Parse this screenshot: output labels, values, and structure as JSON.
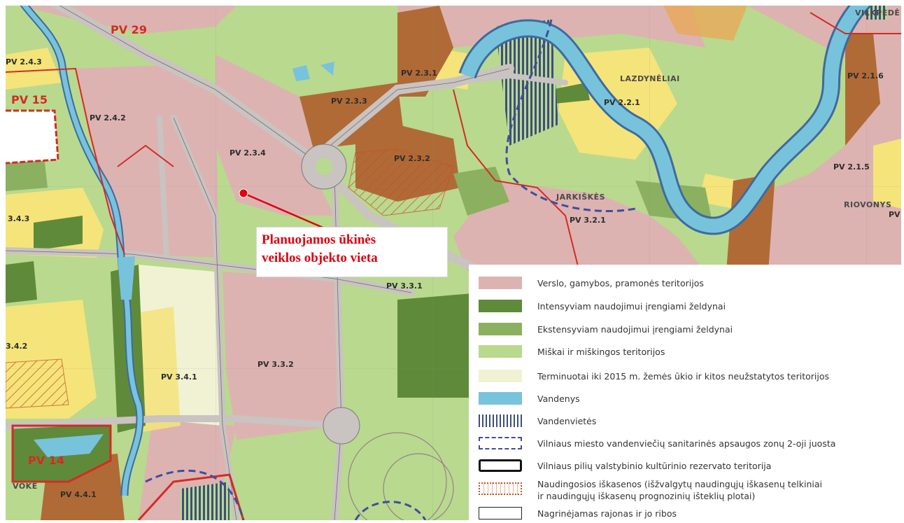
{
  "colors": {
    "verslo": "#dcb3b1",
    "intensyviam": "#5f8a3a",
    "ekstensyviam": "#8bb060",
    "miskai": "#b9d98e",
    "terminuotai": "#f1f2d4",
    "vandenys": "#78c3dc",
    "residential_yellow": "#f5e47a",
    "quarry_brown": "#b06a36",
    "road_grey": "#c9c3c1",
    "boundary_red": "#d62a23",
    "sanitary_blue": "#3e4e9e"
  },
  "district_labels": [
    "PV 29",
    "PV 15",
    "PV 14"
  ],
  "zone_labels": [
    "PV 2.4.3",
    "PV 2.4.2",
    "PV 2.3.4",
    "PV 2.3.3",
    "PV 2.3.1",
    "PV 2.3.2",
    "PV 2.2.1",
    "PV 2.1.6",
    "PV 2.1.5",
    "PV 3.2.1",
    "PV 3.3.1",
    "PV 3.3.2",
    "PV 3.4.1",
    "PV 4.4.1",
    "3.4.3",
    "3.4.2",
    "PV"
  ],
  "place_labels": [
    "LAZDYNĖLIAI",
    "VILKPĖDĖ",
    "JARKIŠKĖS",
    "RIOVONYS",
    "VOKĖ"
  ],
  "marker": {
    "label_line1": "Planuojamos ūkinės",
    "label_line2": "veiklos objekto vieta"
  },
  "legend": {
    "items": [
      {
        "text": "Verslo, gamybos, pramonės teritorijos",
        "icon": "solid-swatch"
      },
      {
        "text": "Intensyviam naudojimui įrengiami želdynai",
        "icon": "solid-swatch"
      },
      {
        "text": "Ekstensyviam naudojimui įrengiami želdynai",
        "icon": "solid-swatch"
      },
      {
        "text": "Miškai ir miškingos teritorijos",
        "icon": "solid-swatch"
      },
      {
        "text": "Terminuotai iki 2015 m. žemės ūkio ir kitos neužstatytos teritorijos",
        "icon": "solid-swatch"
      },
      {
        "text": "Vandenys",
        "icon": "solid-swatch"
      },
      {
        "text": "Vandenvietės",
        "icon": "striped-swatch"
      },
      {
        "text": "Vilniaus miesto vandenviečių sanitarinės apsaugos zonų 2-oji juosta",
        "icon": "dashed-blue-outline"
      },
      {
        "text": "Vilniaus pilių valstybinio kultūrinio rezervato teritorija",
        "icon": "thick-black-outline"
      },
      {
        "text": "Naudingosios iškasenos (išžvalgytų naudingųjų iškasenų telkiniai",
        "text2": "ir naudingųjų iškasenų prognozinių išteklių plotai)",
        "icon": "hatched-brown-outline"
      },
      {
        "text": "Nagrinėjamas rajonas ir jo ribos",
        "icon": "thin-black-outline"
      }
    ]
  }
}
